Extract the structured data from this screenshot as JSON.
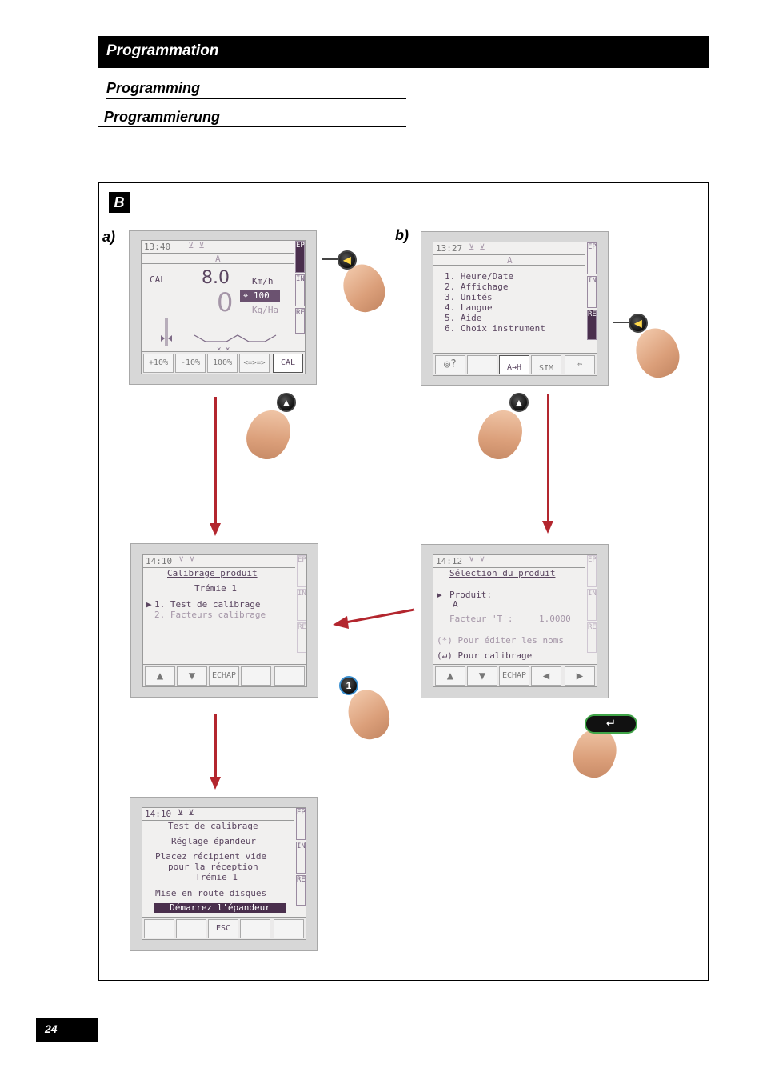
{
  "header": {
    "title": "Programmation"
  },
  "subtitles": {
    "en": "Programming",
    "de": "Programmierung"
  },
  "figure": {
    "label": "B",
    "panel_a": "a)",
    "panel_b": "b)"
  },
  "screen_a": {
    "time": "13:40",
    "product": "A",
    "mode": "CAL",
    "speed": "8.0",
    "speed_unit": "Km/h",
    "rate_big": "0",
    "target": "100",
    "rate_unit": "Kg/Ha",
    "tabs": [
      "EPAN",
      "INFO",
      "REG"
    ],
    "fkeys": [
      "+10%",
      "-10%",
      "100%",
      "<=>=>",
      "CAL"
    ]
  },
  "screen_b": {
    "time": "13:27",
    "product": "A",
    "menu": [
      "1. Heure/Date",
      "2. Affichage",
      "3. Unités",
      "4. Langue",
      "5. Aide",
      "6. Choix instrument"
    ],
    "tabs": [
      "EPAN",
      "INFO",
      "REG"
    ],
    "fkeys": [
      "?",
      "",
      "A→H",
      "SIM",
      ""
    ]
  },
  "screen_c": {
    "time": "14:10",
    "title": "Calibrage produit",
    "subtitle": "Trémie 1",
    "items": [
      "1. Test de calibrage",
      "2. Facteurs calibrage"
    ],
    "tabs": [
      "EPAN",
      "INFO",
      "REG"
    ],
    "fkeys": [
      "▲",
      "▼",
      "ECHAP",
      "",
      ""
    ]
  },
  "screen_d": {
    "time": "14:12",
    "title": "Sélection du produit",
    "product_label": "Produit:",
    "product_value": "A",
    "factor_label": "Facteur 'T':",
    "factor_value": "1.0000",
    "hint1": "(*) Pour éditer les noms",
    "hint2": "(↵) Pour calibrage",
    "tabs": [
      "EPAN",
      "INFO",
      "REG"
    ],
    "fkeys": [
      "▲",
      "▼",
      "ECHAP",
      "◀",
      "▶"
    ]
  },
  "screen_e": {
    "time": "14:10",
    "title": "Test de calibrage",
    "line1": "Réglage épandeur",
    "line2": "Placez récipient vide",
    "line3": "pour la réception",
    "line4": "Trémie 1",
    "line5": "Mise en route disques",
    "banner": "Démarrez l'épandeur",
    "tabs": [
      "EPAN",
      "INFO",
      "REG"
    ],
    "fkeys": [
      "",
      "",
      "ESC",
      "",
      ""
    ]
  },
  "buttons": {
    "key_1": "1",
    "enter": "↵"
  },
  "page_number": "24"
}
